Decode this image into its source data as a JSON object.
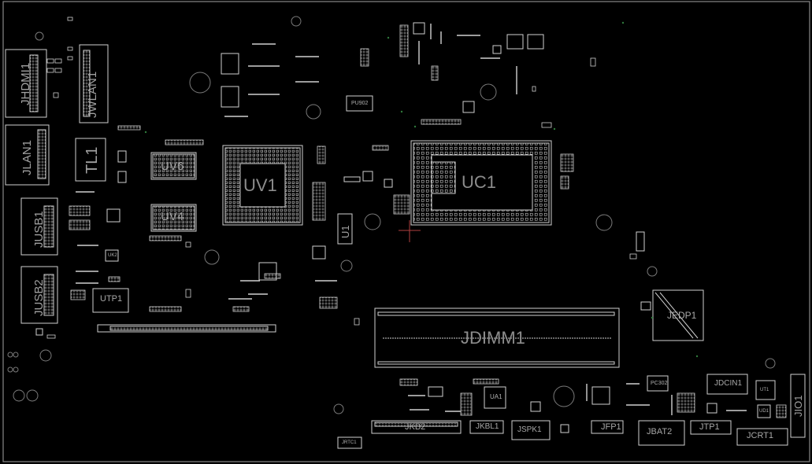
{
  "board": {
    "components": {
      "jhdmi1": "JHDMI1",
      "jwlan1": "JWLAN1",
      "jlan1": "JLAN1",
      "tl1": "TL1",
      "jusb1": "JUSB1",
      "jusb2": "JUSB2",
      "utp1": "UTP1",
      "uv6": "UV6",
      "uv4": "UV4",
      "uv1": "UV1",
      "pu902": "PU902",
      "u1": "U1",
      "uc1": "UC1",
      "jdimm1": "JDIMM1",
      "jedp1": "JEDP1",
      "jkb2": "JKB2",
      "jkbl1": "JKBL1",
      "jspk1": "JSPK1",
      "ua1": "UA1",
      "jfp1": "JFP1",
      "pc302": "PC302",
      "jbat2": "JBAT2",
      "jtp1": "JTP1",
      "jdcin1": "JDCIN1",
      "jcrt1": "JCRT1",
      "jio1": "JIO1",
      "jrtc1": "JRTC1",
      "uk2": "UK2",
      "ut1": "UT1",
      "ud1": "UD1"
    },
    "colors": {
      "background": "#000000",
      "outline": "#cfcfcf",
      "label": "#9a9a9a",
      "marker": "#b04040"
    }
  }
}
